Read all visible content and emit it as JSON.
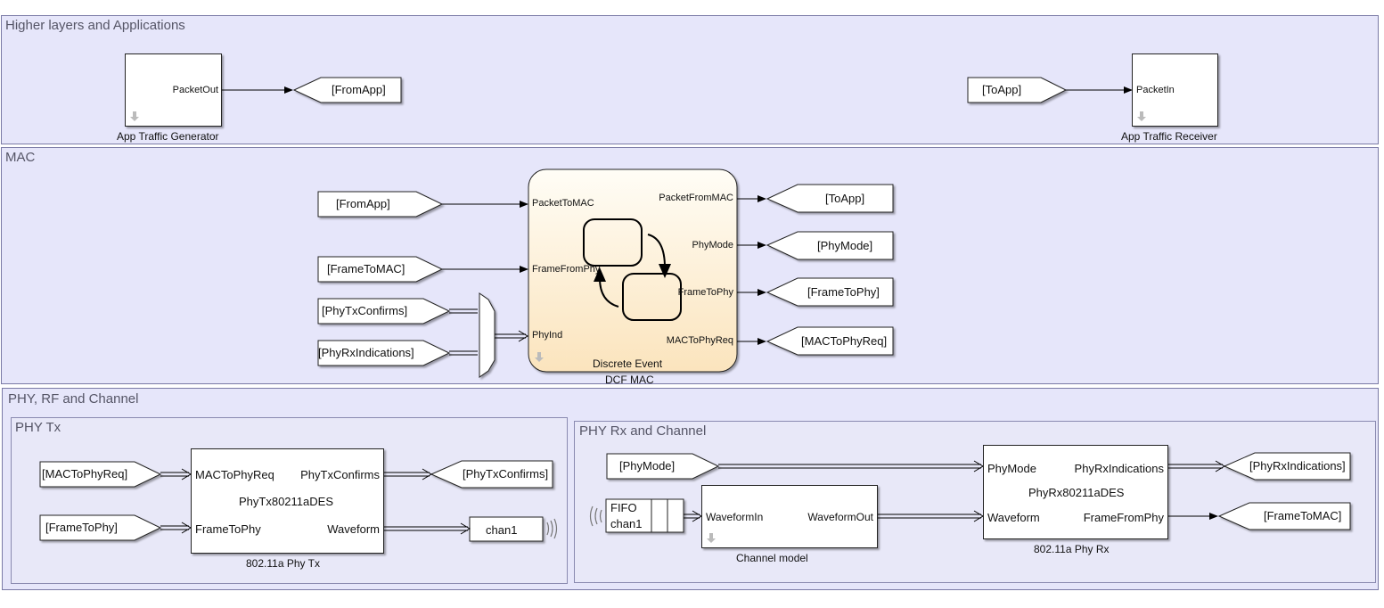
{
  "areas": {
    "higher": "Higher layers and Applications",
    "mac": "MAC",
    "phy": "PHY, RF and Channel",
    "phy_tx": "PHY Tx",
    "phy_rx": "PHY Rx and Channel"
  },
  "blocks": {
    "app_gen": {
      "name": "App Traffic Generator",
      "out_port": "PacketOut"
    },
    "app_rcv": {
      "name": "App Traffic Receiver",
      "in_port": "PacketIn"
    },
    "dcf_mac": {
      "name": "DCF MAC",
      "subtitle": "Discrete Event",
      "in_ports": [
        "PacketToMAC",
        "FrameFromPhy",
        "PhyInd"
      ],
      "out_ports": [
        "PacketFromMAC",
        "PhyMode",
        "FrameToPhy",
        "MACToPhyReq"
      ]
    },
    "phy_tx": {
      "name": "802.11a Phy Tx",
      "center": "PhyTx80211aDES",
      "in_ports": [
        "MACToPhyReq",
        "FrameToPhy"
      ],
      "out_ports": [
        "PhyTxConfirms",
        "Waveform"
      ]
    },
    "phy_rx": {
      "name": "802.11a Phy Rx",
      "center": "PhyRx80211aDES",
      "in_ports": [
        "PhyMode",
        "Waveform"
      ],
      "out_ports": [
        "PhyRxIndications",
        "FrameFromPhy"
      ]
    },
    "channel": {
      "name": "Channel model",
      "in_port": "WaveformIn",
      "out_port": "WaveformOut"
    },
    "fifo": {
      "line1": "FIFO",
      "line2": "chan1"
    },
    "chan_send": {
      "label": "chan1"
    }
  },
  "tags": {
    "higher_goto_fromapp": "[FromApp]",
    "higher_from_toapp": "[ToApp]",
    "mac_from_fromapp": "[FromApp]",
    "mac_from_frametomac": "[FrameToMAC]",
    "mac_from_phytxconfirms": "[PhyTxConfirms]",
    "mac_from_phyrxind": "[PhyRxIndications]",
    "mac_goto_toapp": "[ToApp]",
    "mac_goto_phymode": "[PhyMode]",
    "mac_goto_frametophy": "[FrameToPhy]",
    "mac_goto_mactophyreq": "[MACToPhyReq]",
    "tx_from_mactophyreq": "[MACToPhyReq]",
    "tx_from_frametophy": "[FrameToPhy]",
    "tx_goto_phytxconfirms": "[PhyTxConfirms]",
    "rx_from_phymode": "[PhyMode]",
    "rx_goto_phyrxind": "[PhyRxIndications]",
    "rx_goto_frametomac": "[FrameToMAC]"
  },
  "colors": {
    "area_fill": "#e6e6fa",
    "area_border": "#7a7aa6",
    "mac_block_top": "#fffdf6",
    "mac_block_bottom": "#fbe4bd",
    "wire": "#000000"
  }
}
